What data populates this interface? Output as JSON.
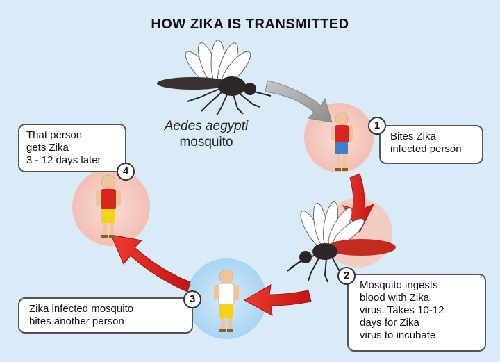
{
  "title": "HOW ZIKA IS TRANSMITTED",
  "mosquito_label": {
    "line1": "Aedes aegypti",
    "line2": "mosquito"
  },
  "steps": [
    {
      "number": "1",
      "lines": [
        "Bites Zika",
        "infected person"
      ]
    },
    {
      "number": "2",
      "lines": [
        "Mosquito ingests",
        "blood with Zika",
        "virus. Takes 10-12",
        "days for Zika",
        "virus to incubate."
      ]
    },
    {
      "number": "3",
      "lines": [
        "Zika infected mosquito",
        "bites another person"
      ]
    },
    {
      "number": "4",
      "lines": [
        "That person",
        "gets Zika",
        "3 - 12 days later"
      ]
    }
  ],
  "colors": {
    "background": "#d9ebf6",
    "arrow_red": "#d42020",
    "arrow_gray": "#9a9a9a",
    "skin": "#f0c49a",
    "shirt_red": "#d9261c",
    "shorts_blue": "#3b7fd1",
    "shorts_yellow": "#f2d21c",
    "shirt_white": "#ffffff",
    "circle_pink": "#f6cfc6",
    "circle_blue": "#b9dcf3"
  },
  "icons": [
    "mosquito-icon",
    "person-icon",
    "arrow-icon"
  ]
}
